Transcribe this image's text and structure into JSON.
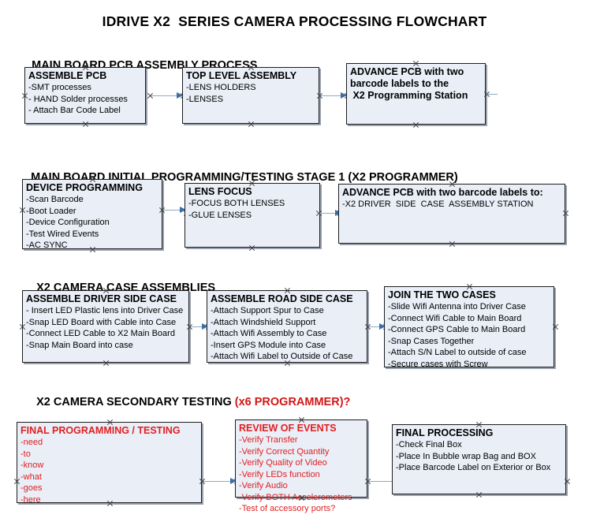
{
  "document": {
    "title": "IDRIVE X2  SERIES CAMERA PROCESSING FLOWCHART"
  },
  "colors": {
    "box_fill": "#e9eef7",
    "box_border": "#1d1d1d",
    "connector": "#8fa9c4",
    "arrowhead": "#3a6ea8",
    "accent_red": "#e02020",
    "heading_accent_red": "#d21616",
    "text": "#000000",
    "page_background": "#ffffff"
  },
  "sections": [
    {
      "heading": "MAIN BOARD PCB ASSEMBLY PROCESS",
      "heading_accent": "",
      "boxes": [
        {
          "title": "ASSEMBLE PCB",
          "lines": [
            "-SMT processes",
            "- HAND Solder processes",
            "- Attach Bar Code Label"
          ]
        },
        {
          "title": "TOP LEVEL ASSEMBLY",
          "lines": [
            "-LENS HOLDERS",
            "-LENSES"
          ]
        },
        {
          "title": "ADVANCE PCB with two",
          "lines": [
            "barcode labels to the",
            " X2 Programming Station"
          ]
        }
      ]
    },
    {
      "heading": "MAIN BOARD INITIAL PROGRAMMING/TESTING STAGE 1 (X2 PROGRAMMER)",
      "heading_accent": "",
      "boxes": [
        {
          "title": "DEVICE PROGRAMMING",
          "lines": [
            "-Scan Barcode",
            "-Boot Loader",
            "-Device Configuration",
            "-Test Wired Events",
            "-AC SYNC"
          ]
        },
        {
          "title": "LENS FOCUS",
          "lines": [
            "-FOCUS BOTH LENSES",
            "-GLUE LENSES"
          ]
        },
        {
          "title": "ADVANCE PCB with two barcode labels to:",
          "lines": [
            "-X2 DRIVER  SIDE  CASE  ASSEMBLY STATION"
          ]
        }
      ]
    },
    {
      "heading": "X2 CAMERA CASE ASSEMBLIES",
      "heading_accent": "",
      "boxes": [
        {
          "title": "ASSEMBLE DRIVER SIDE CASE",
          "lines": [
            "- Insert LED Plastic lens into Driver Case",
            "-Snap LED Board with Cable into Case",
            "-Connect LED Cable to X2 Main Board",
            "-Snap Main Board into case"
          ]
        },
        {
          "title": "ASSEMBLE ROAD SIDE CASE",
          "lines": [
            "-Attach Support Spur to Case",
            "-Attach Windshield Support",
            "-Attach Wifi Assembly to Case",
            "-Insert GPS Module into Case",
            "-Attach Wifi Label to Outside of Case"
          ]
        },
        {
          "title": "JOIN THE TWO CASES",
          "lines": [
            "-Slide Wifi Antenna into Driver Case",
            "-Connect Wifi Cable to Main Board",
            "-Connect GPS Cable to Main Board",
            "-Snap Cases Together",
            "-Attach S/N Label to outside of case",
            "-Secure cases with Screw"
          ]
        }
      ]
    },
    {
      "heading": "X2 CAMERA SECONDARY TESTING ",
      "heading_accent": "(x6 PROGRAMMER)?",
      "boxes": [
        {
          "title": "FINAL PROGRAMMING / TESTING",
          "lines": [
            "-need",
            "-to",
            "-know",
            "-what",
            "-goes",
            "-here"
          ]
        },
        {
          "title": "REVIEW OF EVENTS",
          "lines": [
            "-Verify Transfer",
            "-Verify Correct Quantity",
            "-Verify Quality of Video",
            "-Verify LEDs function",
            "-Verify Audio",
            "-Verify BOTH Accelerometers"
          ],
          "overflow_line": "-Test of accessory ports?"
        },
        {
          "title": "FINAL PROCESSING",
          "lines": [
            "-Check Final Box",
            "-Place In Bubble wrap Bag and BOX",
            "-Place Barcode Label on Exterior or Box"
          ]
        }
      ]
    }
  ]
}
